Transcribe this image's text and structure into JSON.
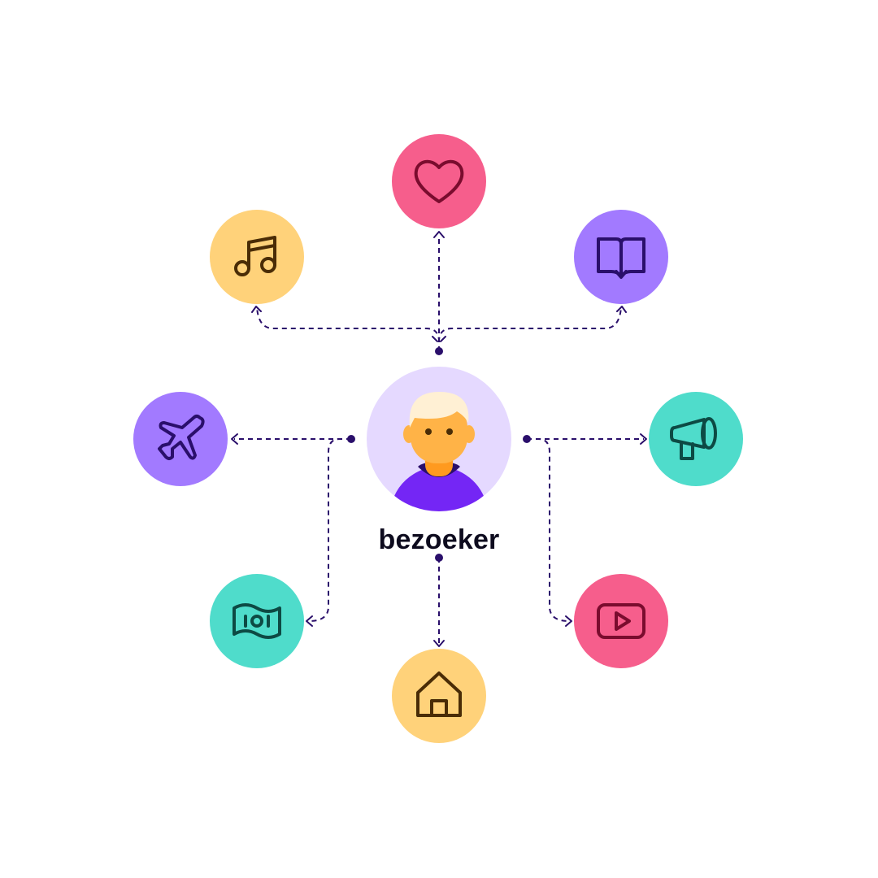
{
  "center": {
    "label": "bezoeker",
    "icon": "visitor-avatar-icon",
    "bg_color": "#e5d9ff"
  },
  "nodes": [
    {
      "id": "heart",
      "icon": "heart-icon",
      "color": "#f65e8c",
      "stroke": "#7a0c2e"
    },
    {
      "id": "music",
      "icon": "music-note-icon",
      "color": "#ffd27a",
      "stroke": "#4a2c06"
    },
    {
      "id": "book",
      "icon": "book-icon",
      "color": "#a27aff",
      "stroke": "#2a0f6b"
    },
    {
      "id": "plane",
      "icon": "airplane-icon",
      "color": "#a27aff",
      "stroke": "#2a0f6b"
    },
    {
      "id": "megaphone",
      "icon": "megaphone-icon",
      "color": "#4fdccb",
      "stroke": "#0d4a44"
    },
    {
      "id": "money",
      "icon": "money-icon",
      "color": "#4fdccb",
      "stroke": "#0d4a44"
    },
    {
      "id": "video",
      "icon": "video-play-icon",
      "color": "#f65e8c",
      "stroke": "#7a0c2e"
    },
    {
      "id": "home",
      "icon": "home-icon",
      "color": "#ffd27a",
      "stroke": "#4a2c06"
    }
  ],
  "connector_color": "#2a0f6b"
}
